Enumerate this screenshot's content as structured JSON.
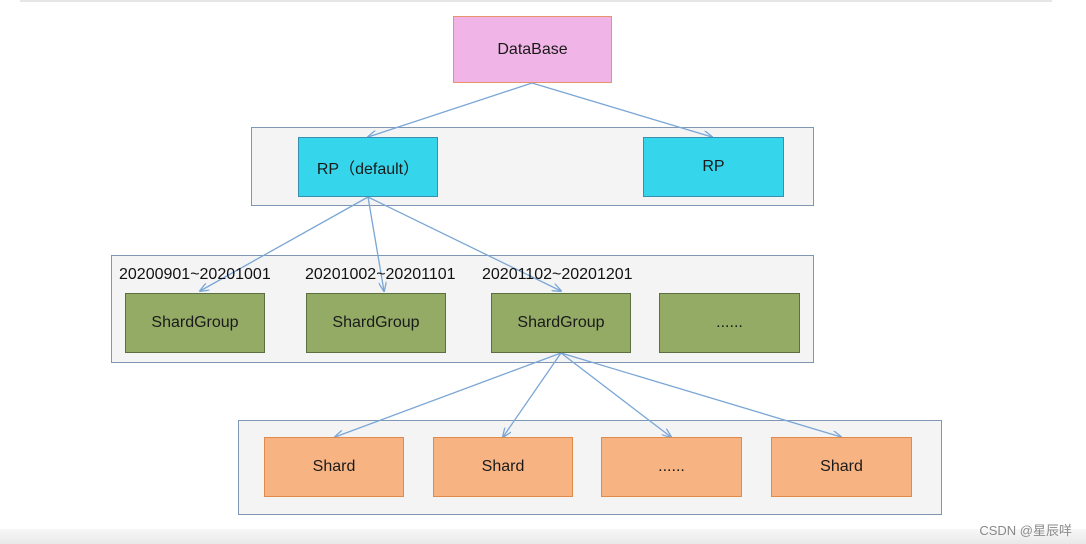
{
  "database": {
    "label": "DataBase"
  },
  "retention_policies": [
    {
      "label": "RP（default）"
    },
    {
      "label": "RP"
    }
  ],
  "shard_groups": [
    {
      "range": "20200901~20201001",
      "label": "ShardGroup"
    },
    {
      "range": "20201002~20201101",
      "label": "ShardGroup"
    },
    {
      "range": "20201102~20201201",
      "label": "ShardGroup"
    },
    {
      "range": "",
      "label": "......"
    }
  ],
  "shards": [
    {
      "label": "Shard"
    },
    {
      "label": "Shard"
    },
    {
      "label": "......"
    },
    {
      "label": "Shard"
    }
  ],
  "watermark": "CSDN @星辰咩",
  "colors": {
    "database": "#f0b4e6",
    "rp": "#35d6ec",
    "shard_group": "#94ab66",
    "shard": "#f8b383",
    "arrow": "#7aa6d6"
  }
}
